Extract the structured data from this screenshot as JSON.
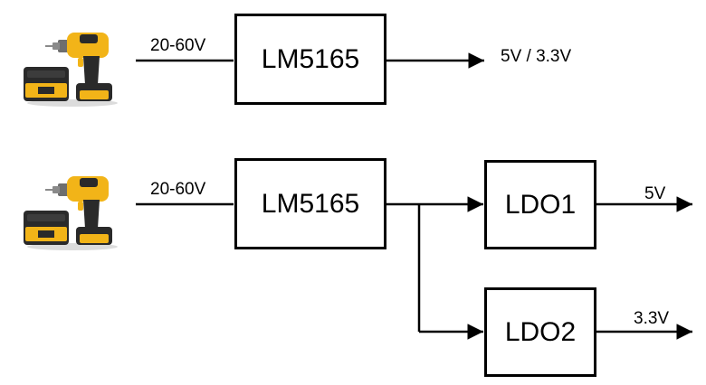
{
  "diagrams": [
    {
      "source_icon": "cordless-drill-icon",
      "input_label": "20-60V",
      "converter_label": "LM5165",
      "output_label": "5V / 3.3V"
    },
    {
      "source_icon": "cordless-drill-icon",
      "input_label": "20-60V",
      "converter_label": "LM5165",
      "ldo1_label": "LDO1",
      "ldo1_output": "5V",
      "ldo2_label": "LDO2",
      "ldo2_output": "3.3V"
    }
  ],
  "colors": {
    "line": "#000000",
    "drill_body": "#F2B418",
    "drill_dark": "#2A2A2A",
    "chuck": "#6E6E6E"
  }
}
